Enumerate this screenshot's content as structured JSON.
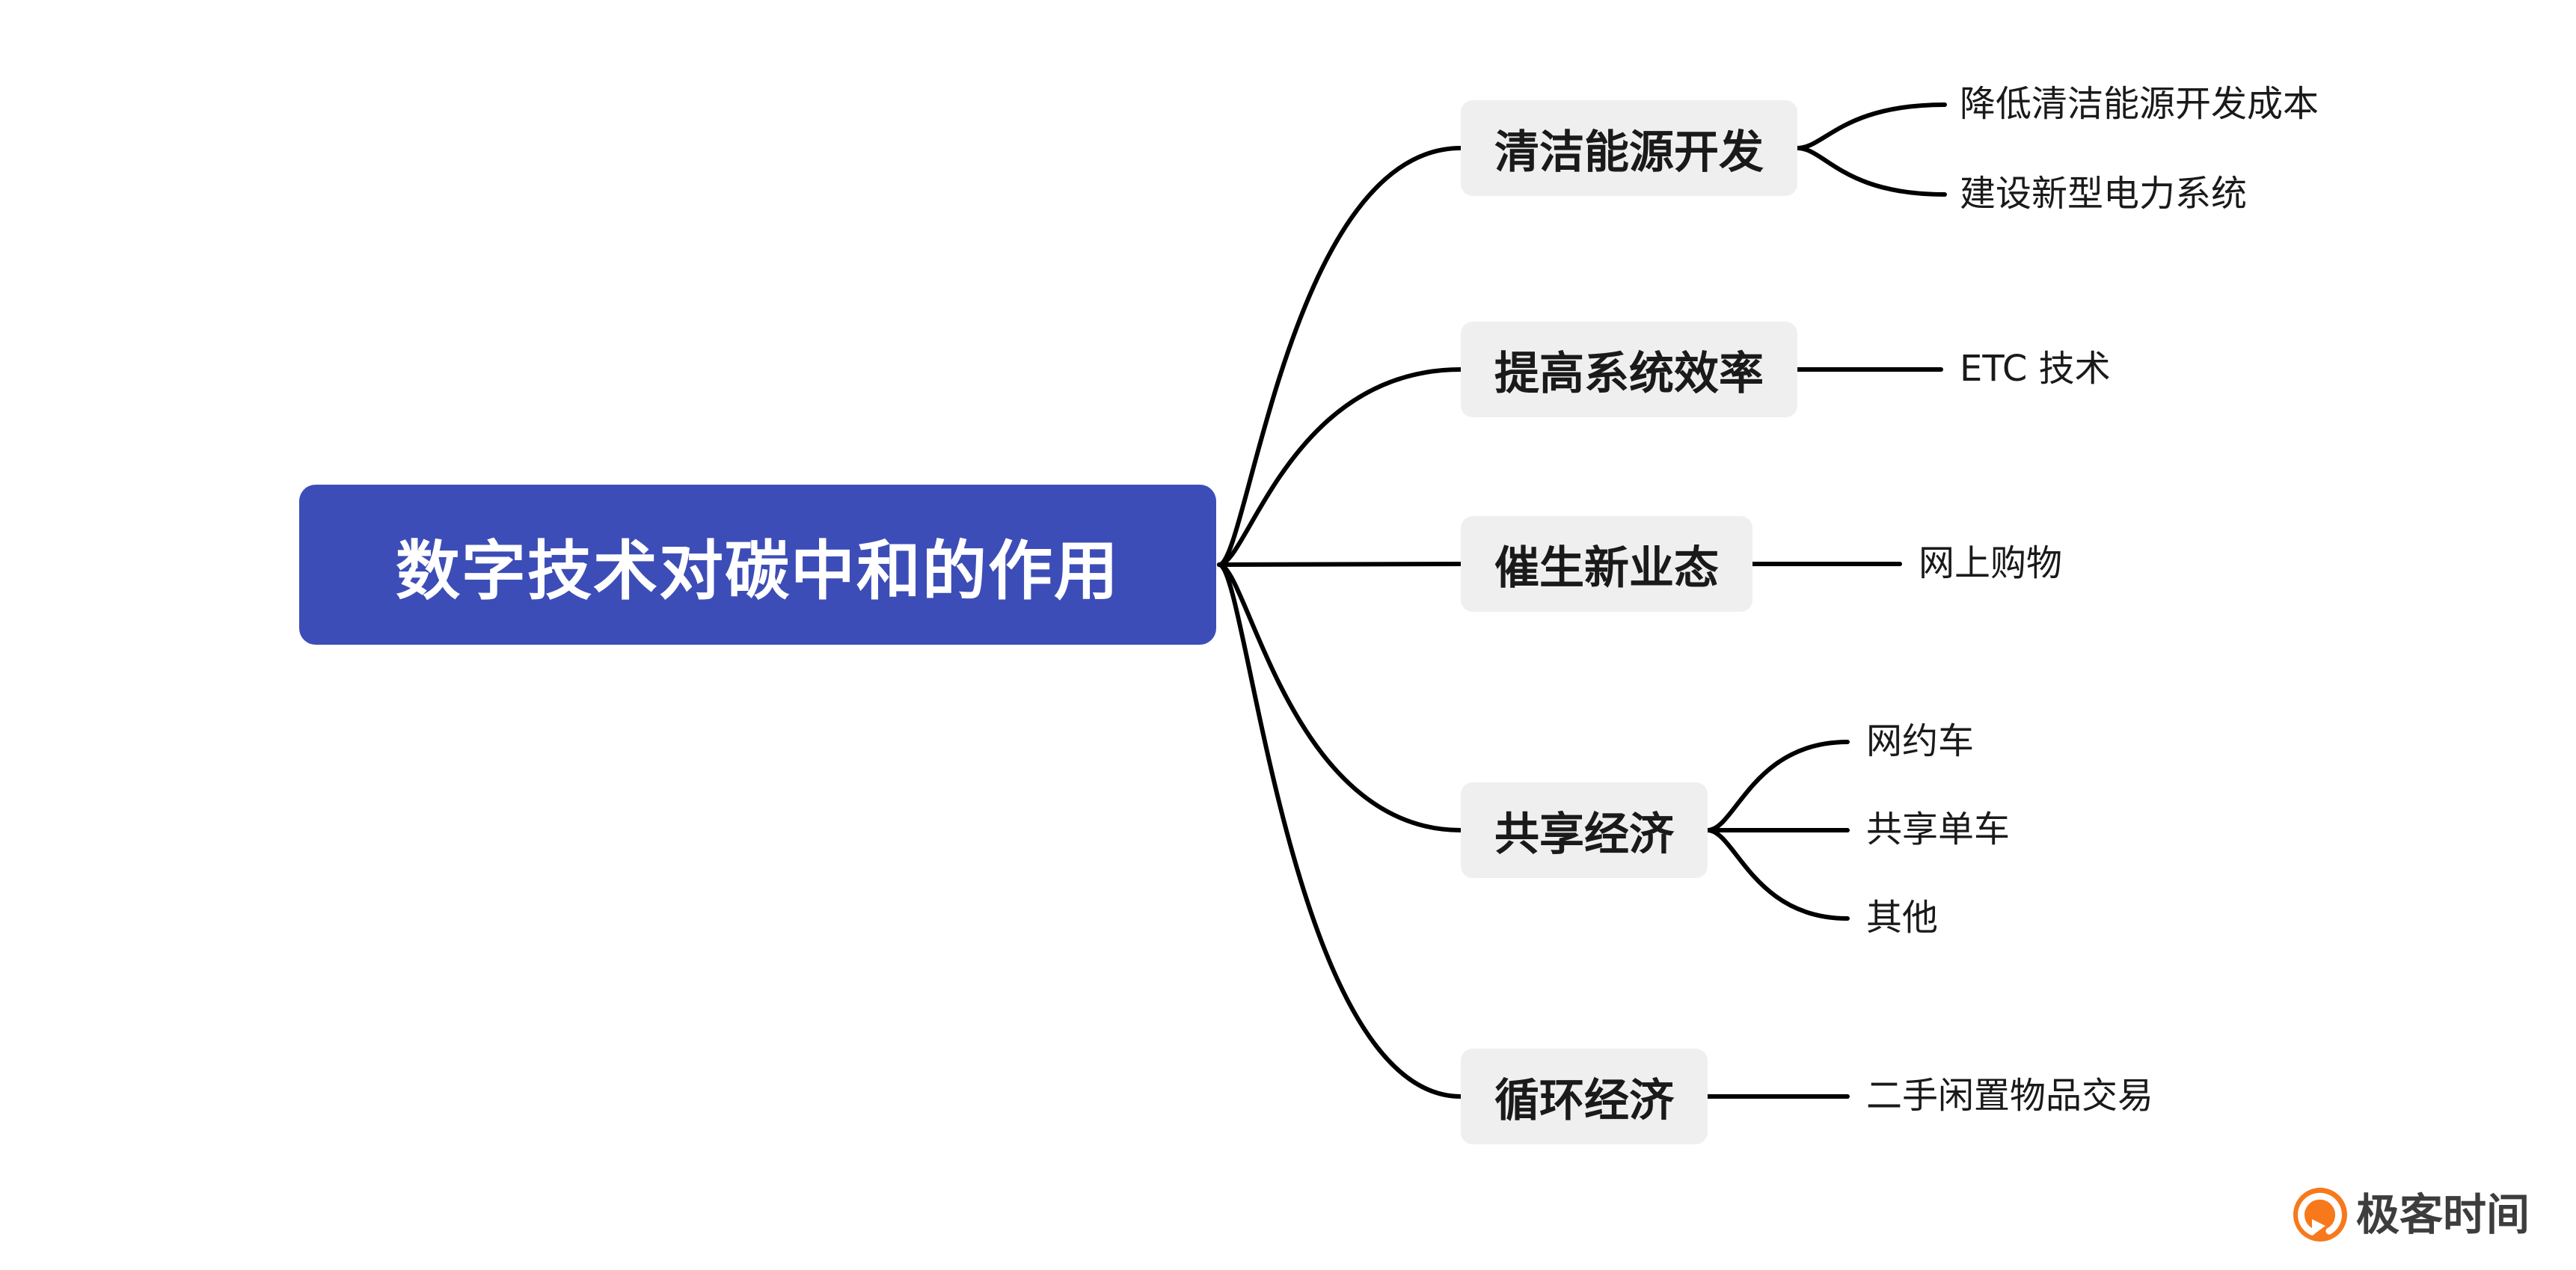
{
  "root": {
    "label": "数字技术对碳中和的作用"
  },
  "branches": [
    {
      "label": "清洁能源开发",
      "children": [
        {
          "label": "降低清洁能源开发成本"
        },
        {
          "label": "建设新型电力系统"
        }
      ]
    },
    {
      "label": "提高系统效率",
      "children": [
        {
          "label": "ETC 技术"
        }
      ]
    },
    {
      "label": "催生新业态",
      "children": [
        {
          "label": "网上购物"
        }
      ]
    },
    {
      "label": "共享经济",
      "children": [
        {
          "label": "网约车"
        },
        {
          "label": "共享单车"
        },
        {
          "label": "其他"
        }
      ]
    },
    {
      "label": "循环经济",
      "children": [
        {
          "label": "二手闲置物品交易"
        }
      ]
    }
  ],
  "watermark": {
    "brand": "极客时间"
  },
  "colors": {
    "root_bg": "#3D4DB7",
    "root_text": "#FFFFFF",
    "branch_bg": "#EFEFEF",
    "text": "#1A1A1A",
    "line": "#000000",
    "logo_orange": "#F7791C",
    "logo_text": "#3D3D3D"
  }
}
